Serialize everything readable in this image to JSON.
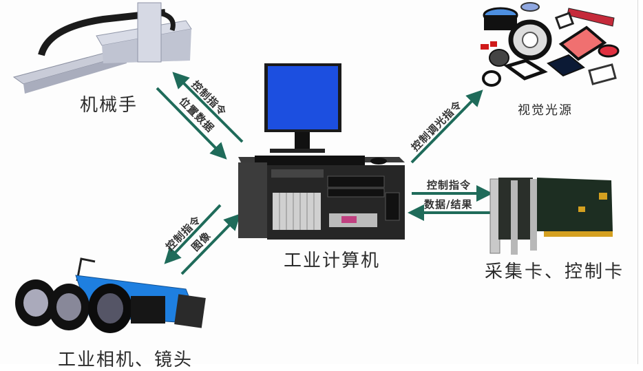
{
  "diagram": {
    "center": {
      "label": "工业计算机",
      "icon": "industrial-computer-icon"
    },
    "nodes": [
      {
        "id": "robot",
        "label": "机械手",
        "icon": "robot-arm-icon",
        "edges": [
          {
            "label": "控制指令",
            "direction": "to_node"
          },
          {
            "label": "位置数据",
            "direction": "to_center"
          }
        ]
      },
      {
        "id": "light",
        "label": "视觉光源",
        "icon": "light-source-icon",
        "edges": [
          {
            "label": "控制调光指令",
            "direction": "to_node"
          }
        ]
      },
      {
        "id": "cards",
        "label": "采集卡、控制卡",
        "icon": "capture-card-icon",
        "edges": [
          {
            "label": "控制指令",
            "direction": "to_node"
          },
          {
            "label": "数据/结果",
            "direction": "to_center"
          }
        ]
      },
      {
        "id": "camera",
        "label": "工业相机、镜头",
        "icon": "camera-lens-icon",
        "edges": [
          {
            "label": "控制指令",
            "direction": "to_node"
          },
          {
            "label": "图像",
            "direction": "to_center"
          }
        ]
      }
    ],
    "colors": {
      "arrow": "#1f6b5a",
      "monitor_screen": "#1c4fe0",
      "camera_body": "#1e7fe0",
      "pcb": "#1d2e22"
    }
  }
}
